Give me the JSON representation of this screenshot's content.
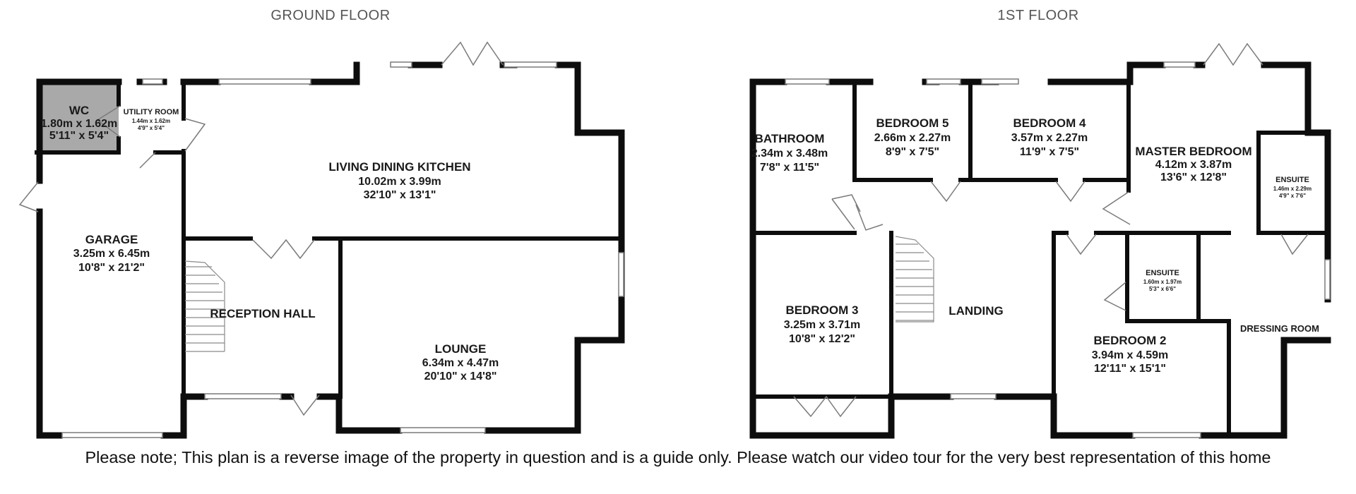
{
  "floors": [
    {
      "title": "GROUND FLOOR",
      "rooms": [
        {
          "name": "WC",
          "metric": "1.80m x 1.62m",
          "imperial": "5'11\" x 5'4\""
        },
        {
          "name": "UTILITY ROOM",
          "metric": "1.44m x 1.62m",
          "imperial": "4'9\" x 5'4\""
        },
        {
          "name": "LIVING DINING KITCHEN",
          "metric": "10.02m x 3.99m",
          "imperial": "32'10\" x 13'1\""
        },
        {
          "name": "GARAGE",
          "metric": "3.25m x 6.45m",
          "imperial": "10'8\" x 21'2\""
        },
        {
          "name": "RECEPTION HALL",
          "metric": "",
          "imperial": ""
        },
        {
          "name": "LOUNGE",
          "metric": "6.34m x 4.47m",
          "imperial": "20'10\" x 14'8\""
        }
      ]
    },
    {
      "title": "1ST FLOOR",
      "rooms": [
        {
          "name": "BATHROOM",
          "metric": "2.34m x 3.48m",
          "imperial": "7'8\" x 11'5\""
        },
        {
          "name": "BEDROOM 5",
          "metric": "2.66m x 2.27m",
          "imperial": "8'9\" x 7'5\""
        },
        {
          "name": "BEDROOM 4",
          "metric": "3.57m x 2.27m",
          "imperial": "11'9\" x 7'5\""
        },
        {
          "name": "MASTER BEDROOM",
          "metric": "4.12m x 3.87m",
          "imperial": "13'6\" x 12'8\""
        },
        {
          "name": "ENSUITE",
          "metric": "1.46m x 2.29m",
          "imperial": "4'9\" x 7'6\""
        },
        {
          "name": "ENSUITE",
          "metric": "1.60m x 1.97m",
          "imperial": "5'3\" x 6'6\""
        },
        {
          "name": "BEDROOM 3",
          "metric": "3.25m x 3.71m",
          "imperial": "10'8\" x 12'2\""
        },
        {
          "name": "LANDING",
          "metric": "",
          "imperial": ""
        },
        {
          "name": "DRESSING ROOM",
          "metric": "",
          "imperial": ""
        },
        {
          "name": "BEDROOM 2",
          "metric": "3.94m x 4.59m",
          "imperial": "12'11\" x 15'1\""
        }
      ]
    }
  ],
  "footer": {
    "note": "Please note; This plan is a reverse image of the property in question and is a guide only. Please watch our video tour for the very best representation of this home"
  },
  "colors": {
    "wall": "#0d0d0d",
    "wc_fill": "#a9a9a9",
    "background": "#ffffff"
  }
}
